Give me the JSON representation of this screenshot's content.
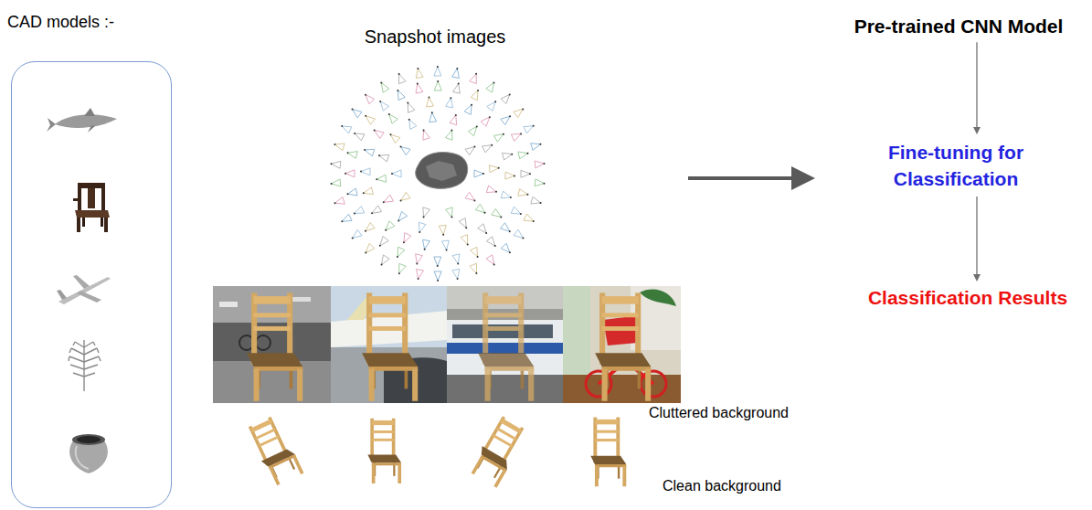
{
  "diagram": {
    "nodes": [
      {
        "text": [
          "CAD models :-"
        ]
      },
      {
        "text": [
          "Snapshot images"
        ]
      },
      {
        "text": [
          "Pre-trained CNN Model"
        ]
      },
      {
        "text": [
          "Fine-tuning for Classification"
        ]
      },
      {
        "text": [
          "Classification Results"
        ]
      }
    ],
    "edges": [
      {
        "from": 1,
        "to": 3,
        "arrow": "to"
      },
      {
        "from": 2,
        "to": 3,
        "arrow": "to"
      },
      {
        "from": 3,
        "to": 4,
        "arrow": "to"
      }
    ],
    "labels": [
      "Cluttered background",
      "Clean background"
    ]
  }
}
